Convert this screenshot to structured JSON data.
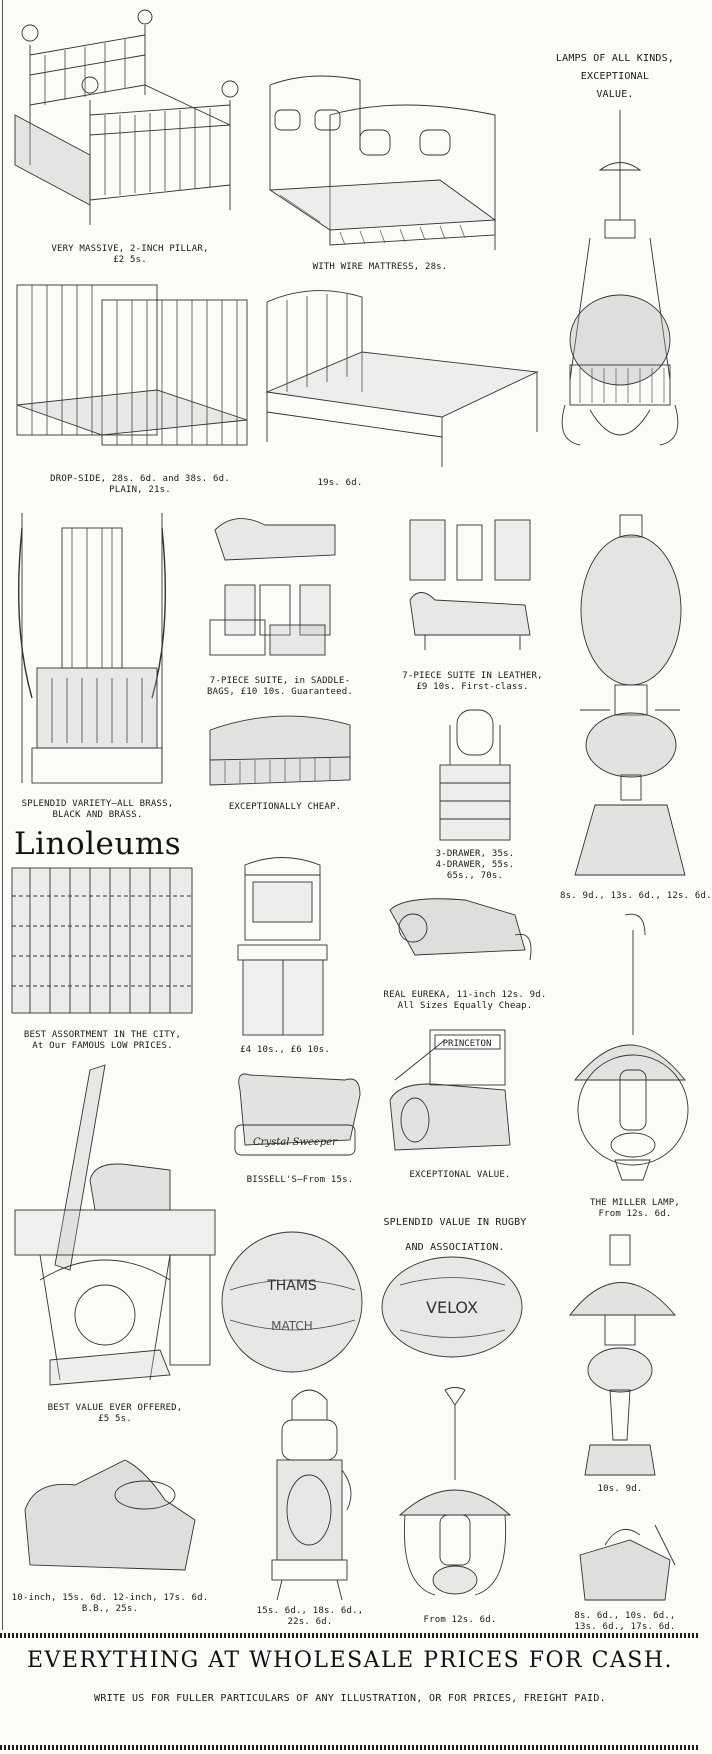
{
  "captions": {
    "bed_pillar": [
      "VERY MASSIVE, 2-INCH PILLAR,",
      "£2 5s."
    ],
    "bed_wire": [
      "WITH WIRE MATTRESS, 28s."
    ],
    "lamps_heading": [
      "LAMPS OF ALL KINDS,",
      "EXCEPTIONAL",
      "VALUE."
    ],
    "cot_dropside": [
      "DROP-SIDE, 28s. 6d. and 38s. 6d.",
      "PLAIN, 21s."
    ],
    "bed_plain": [
      "19s. 6d."
    ],
    "cot_brass": [
      "SPLENDID VARIETY—ALL BRASS,",
      "BLACK AND BRASS."
    ],
    "suite_saddlebags": [
      "7-PIECE SUITE, in SADDLE-",
      "BAGS, £10 10s. Guaranteed."
    ],
    "suite_leather": [
      "7-PIECE SUITE IN LEATHER,",
      "£9 10s. First-class."
    ],
    "couch": [
      "EXCEPTIONALLY CHEAP."
    ],
    "dresser": [
      "3-DRAWER, 35s.",
      "4-DRAWER, 55s.",
      "65s., 70s."
    ],
    "lamp_table": [
      "8s. 9d., 13s. 6d., 12s. 6d."
    ],
    "linoleums_title": "Linoleums",
    "linoleums": [
      "BEST ASSORTMENT IN THE CITY,",
      "At Our FAMOUS LOW PRICES."
    ],
    "sideboard": [
      "£4 10s., £6 10s."
    ],
    "eureka": [
      "REAL EUREKA, 11-inch 12s. 9d.",
      "All Sizes Equally Cheap."
    ],
    "bissell": [
      "BISSELL'S—From 15s."
    ],
    "wringer": [
      "EXCEPTIONAL VALUE."
    ],
    "miller_lamp": [
      "THE MILLER LAMP,",
      "From 12s. 6d."
    ],
    "sewing_machine": [
      "BEST VALUE EVER OFFERED,",
      "£5 5s."
    ],
    "footballs": [
      "SPLENDID VALUE IN RUGBY",
      "AND ASSOCIATION."
    ],
    "lamp_small": [
      "10s. 9d."
    ],
    "stove": [
      "15s. 6d., 18s. 6d.,",
      "22s. 6d."
    ],
    "lamp_hanging": [
      "From 12s. 6d."
    ],
    "bath": [
      "10-inch, 15s. 6d. 12-inch, 17s. 6d.",
      "B.B., 25s."
    ],
    "scuttle": [
      "8s. 6d., 10s. 6d.,",
      "13s. 6d., 17s. 6d."
    ]
  },
  "ball_labels": {
    "left": [
      "THAMS",
      "MATCH"
    ],
    "right": "VELOX"
  },
  "machine_labels": {
    "bissell": "Crystal Sweeper",
    "wringer": "PRINCETON"
  },
  "footer": {
    "headline": "EVERYTHING AT WHOLESALE PRICES FOR CASH.",
    "subline": "WRITE US FOR FULLER PARTICULARS OF ANY ILLUSTRATION, OR FOR PRICES, FREIGHT PAID."
  }
}
